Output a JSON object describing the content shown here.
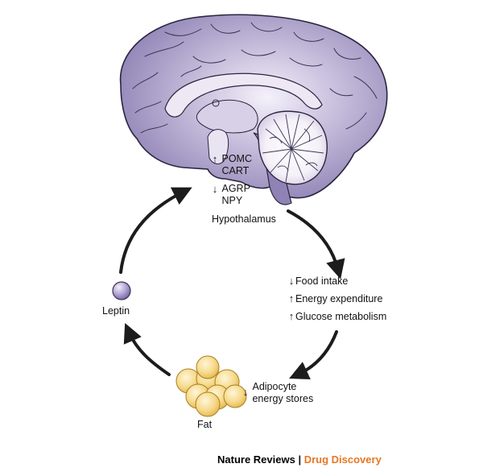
{
  "colors": {
    "brain_fill": "#9a8fbd",
    "brain_stroke": "#2b2540",
    "fat_fill": "#f6d98a",
    "leptin_fill": "#a594c9",
    "arrow": "#1c1c1c",
    "journal_accent": "#e87722"
  },
  "brain": {
    "hypothalamus_up": [
      "POMC",
      "CART"
    ],
    "hypothalamus_down": [
      "AGRP",
      "NPY"
    ],
    "region_label": "Hypothalamus"
  },
  "effects": [
    {
      "direction": "down",
      "text": "Food intake"
    },
    {
      "direction": "up",
      "text": "Energy expenditure"
    },
    {
      "direction": "up",
      "text": "Glucose metabolism"
    }
  ],
  "fat": {
    "label": "Fat",
    "effect_direction": "down",
    "effect_line1": "Adipocyte",
    "effect_line2": "energy stores"
  },
  "leptin": {
    "label": "Leptin"
  },
  "footer": {
    "journal": "Nature Reviews",
    "separator": "|",
    "section": "Drug Discovery"
  }
}
